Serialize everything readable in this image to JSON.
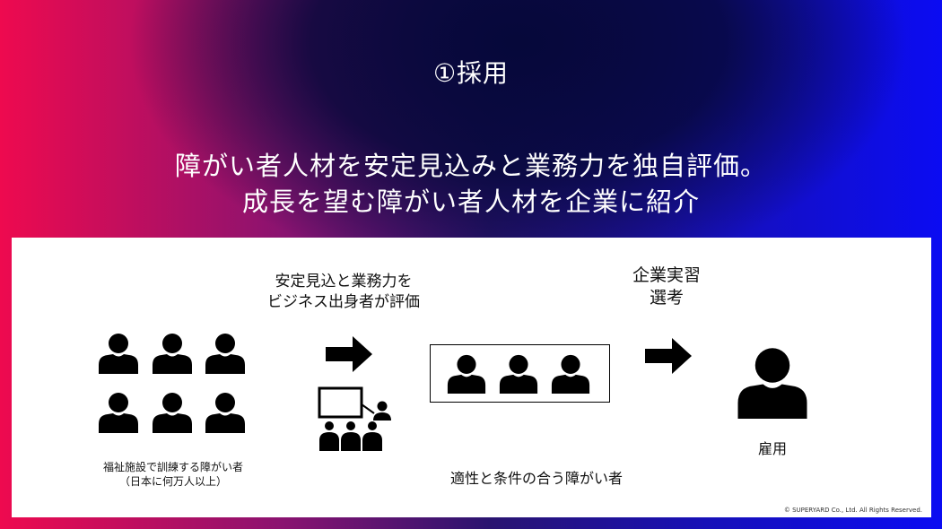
{
  "slide": {
    "title": "①採用",
    "subtitle_line1": "障がい者人材を安定見込みと業務力を独自評価。",
    "subtitle_line2": "成長を望む障がい者人材を企業に紹介"
  },
  "flow": {
    "evaluation_line1": "安定見込と業務力を",
    "evaluation_line2": "ビジネス出身者が評価",
    "selection_line1": "企業実習",
    "selection_line2": "選考",
    "facility_caption_line1": "福祉施設で訓練する障がい者",
    "facility_caption_line2": "（日本に何万人以上）",
    "aptitude_caption": "適性と条件の合う障がい者",
    "hire_caption": "雇用"
  },
  "footer": {
    "copyright": "© SUPERYARD Co., Ltd. All Rights Reserved."
  },
  "icons": [
    "person-icon",
    "arrow-right-icon",
    "training-presentation-icon"
  ]
}
